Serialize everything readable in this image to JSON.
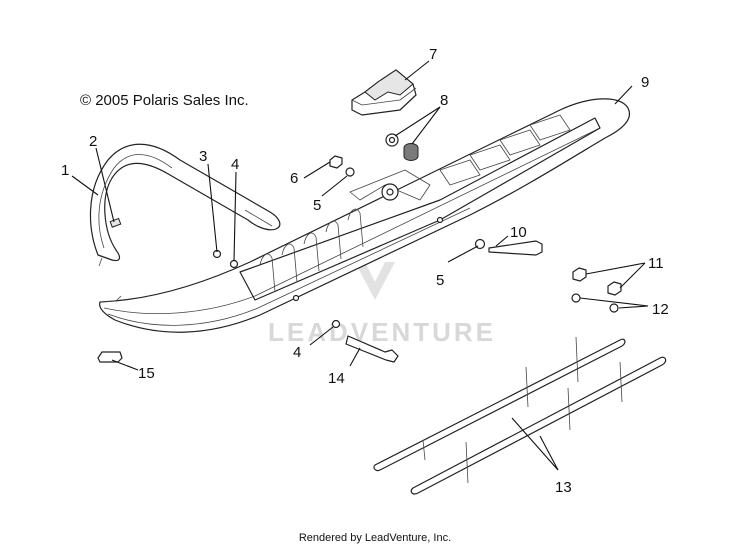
{
  "copyright": "© 2005 Polaris Sales Inc.",
  "footer": "Rendered by LeadVenture, Inc.",
  "watermark": "LEADVENTURE",
  "callouts": [
    "1",
    "2",
    "3",
    "4",
    "5",
    "6",
    "7",
    "8",
    "9",
    "10",
    "11",
    "12",
    "13",
    "14",
    "15"
  ],
  "colors": {
    "line": "#222222",
    "watermark": "#d8d8d8",
    "background": "#ffffff"
  }
}
